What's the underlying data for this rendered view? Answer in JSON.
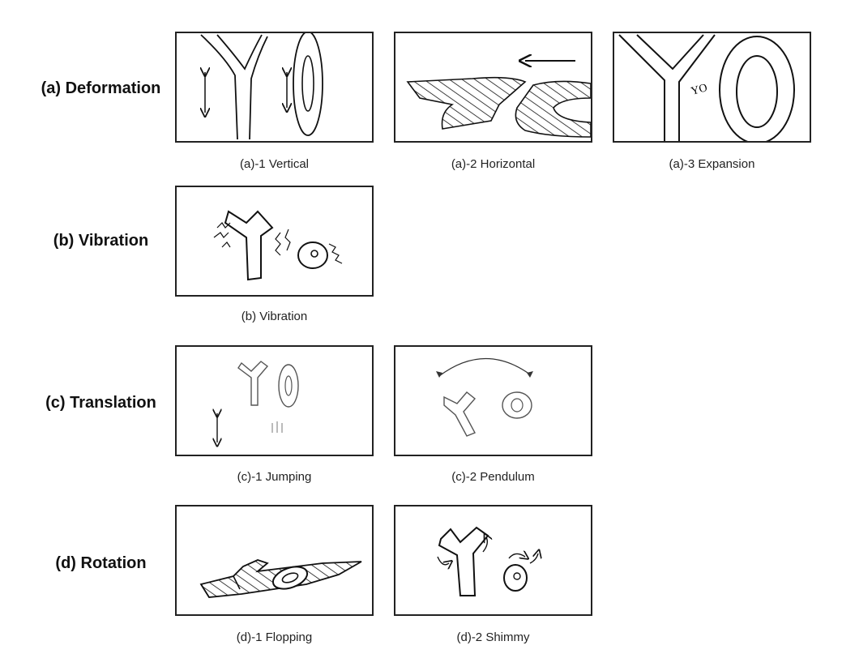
{
  "rows": {
    "a": "(a) Deformation",
    "b": "(b) Vibration",
    "c": "(c) Translation",
    "d": "(d) Rotation"
  },
  "captions": {
    "a1": "(a)-1 Vertical",
    "a2": "(a)-2 Horizontal",
    "a3": "(a)-3 Expansion",
    "b": "(b) Vibration",
    "c1": "(c)-1 Jumping",
    "c2": "(c)-2 Pendulum",
    "d1": "(d)-1 Flopping",
    "d2": "(d)-2 Shimmy"
  }
}
